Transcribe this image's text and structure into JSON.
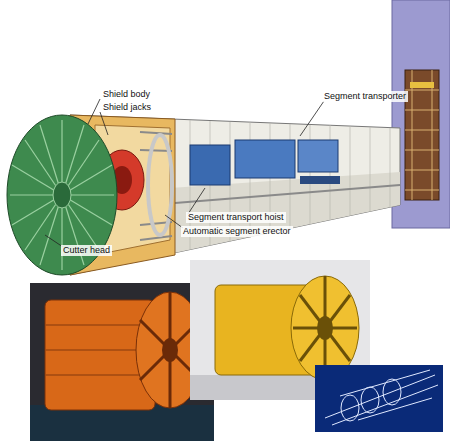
{
  "diagram": {
    "labels": [
      "Shield body",
      "Shield jacks",
      "Segment transporter",
      "Segment transport hoist",
      "Automatic segment erector",
      "Cutter head"
    ]
  }
}
